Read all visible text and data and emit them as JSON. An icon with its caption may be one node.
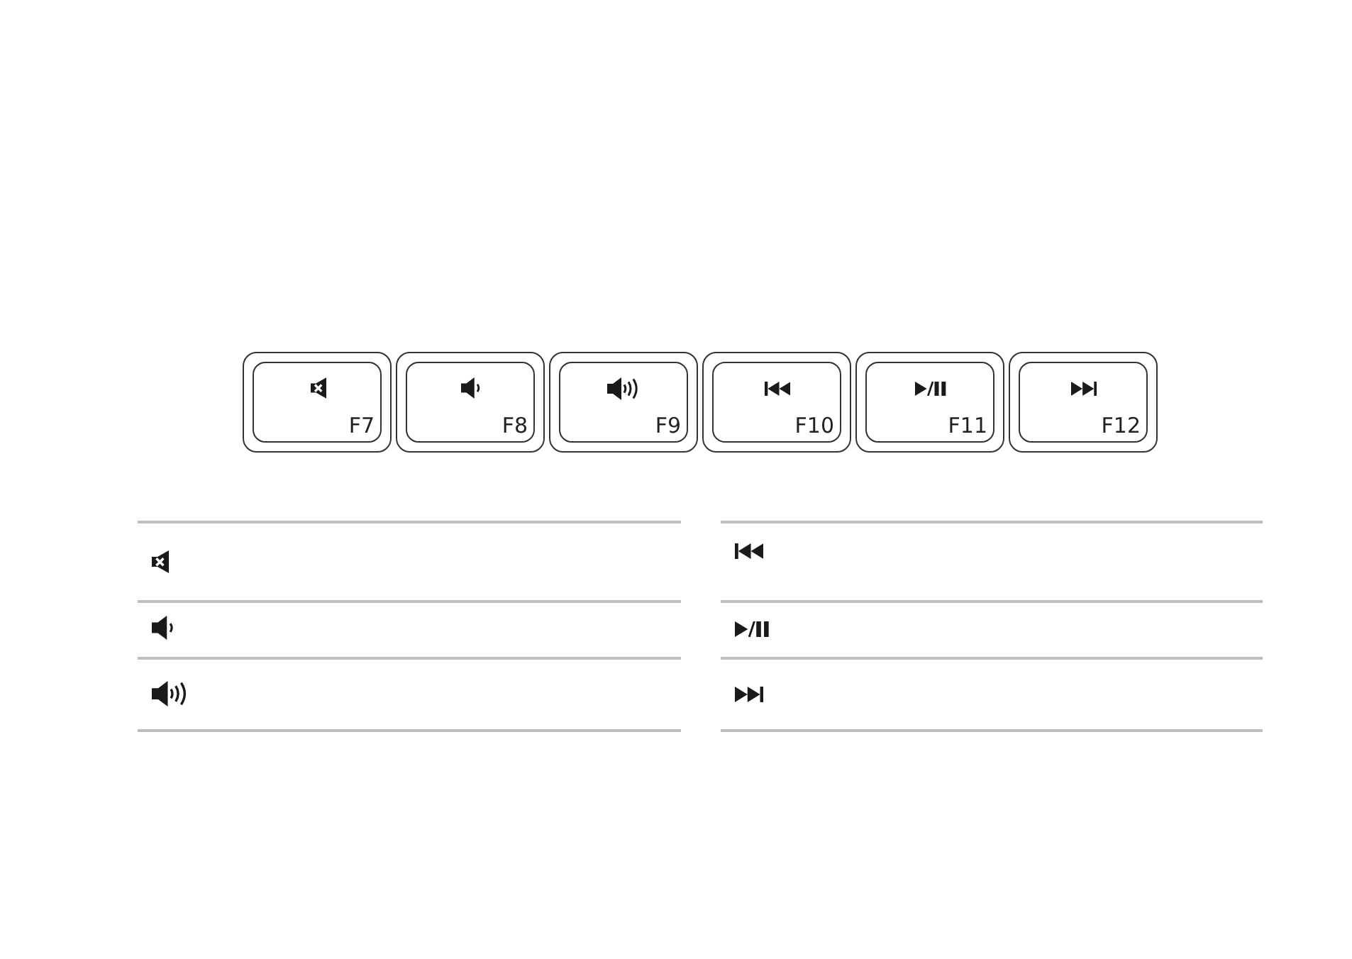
{
  "diagram": {
    "nodes": [
      {
        "text": [
          "F7"
        ]
      },
      {
        "text": [
          "F8"
        ]
      },
      {
        "text": [
          "F9"
        ]
      },
      {
        "text": [
          "F10"
        ]
      },
      {
        "text": [
          "F11"
        ]
      },
      {
        "text": [
          "F12"
        ]
      }
    ]
  }
}
